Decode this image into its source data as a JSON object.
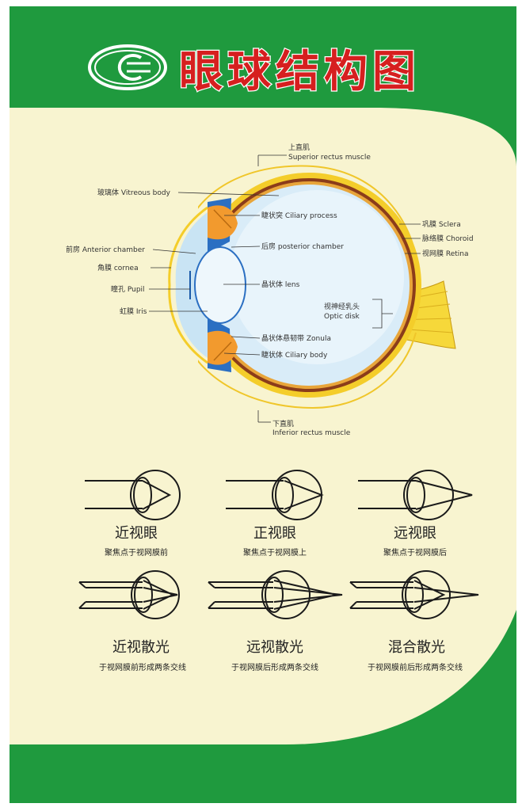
{
  "colors": {
    "frame_green": "#1f9a3e",
    "cream": "#f8f4d0",
    "title_red": "#d61f1f",
    "sclera_yellow": "#f4cd2a",
    "choroid_brown": "#8b3c1a",
    "vitreous_blue": "#c9e4f4",
    "iris_blue": "#2b6fc2",
    "ciliary_orange": "#f29a2e"
  },
  "header": {
    "logo_icon": "eye-logo-icon",
    "title": "眼球结构图"
  },
  "eye_labels": {
    "superior_cn": "上直肌",
    "superior_en": "Superior rectus muscle",
    "vitreous": "玻璃体 Vitreous body",
    "ciliary_process": "睫状突  Ciliary process",
    "anterior_chamber": "前房 Anterior chamber",
    "posterior_chamber": "后房 posterior chamber",
    "cornea": "角膜 cornea",
    "pupil": "瞳孔 Pupil",
    "lens": "晶状体 lens",
    "iris": "虹膜 Iris",
    "zonula": "晶状体悬韧带 Zonula",
    "ciliary_body": "睫状体 Ciliary body",
    "sclera": "巩膜 Sclera",
    "choroid": "脉络膜 Choroid",
    "retina": "视网膜 Retina",
    "optic_cn": "视神经乳头",
    "optic_en": "Optic disk",
    "inferior_cn": "下直肌",
    "inferior_en": "Inferior rectus muscle"
  },
  "refraction": [
    {
      "title": "近视眼",
      "caption": "聚焦点于视网膜前"
    },
    {
      "title": "正视眼",
      "caption": "聚焦点于视网膜上"
    },
    {
      "title": "远视眼",
      "caption": "聚焦点于视网膜后"
    },
    {
      "title": "近视散光",
      "caption": "于视网膜前形成两条交线"
    },
    {
      "title": "远视散光",
      "caption": "于视网膜后形成两条交线"
    },
    {
      "title": "混合散光",
      "caption": "于视网膜前后形成两条交线"
    }
  ]
}
